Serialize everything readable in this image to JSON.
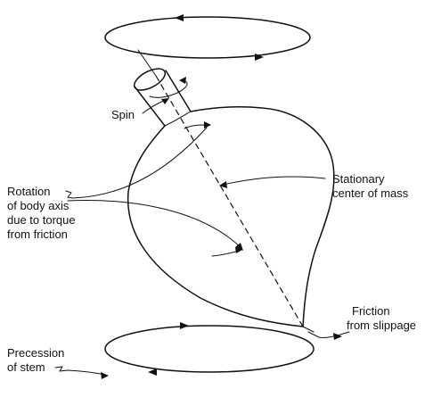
{
  "labels": {
    "spin": "Spin",
    "rotation_line1": "Rotation",
    "rotation_line2": "of body axis",
    "rotation_line3": "due to torque",
    "rotation_line4": "from friction",
    "center_line1": "Stationary",
    "center_line2": "center of mass",
    "friction_line1": "Friction",
    "friction_line2": "from slippage",
    "precession_line1": "Precession",
    "precession_line2": "of stem"
  }
}
